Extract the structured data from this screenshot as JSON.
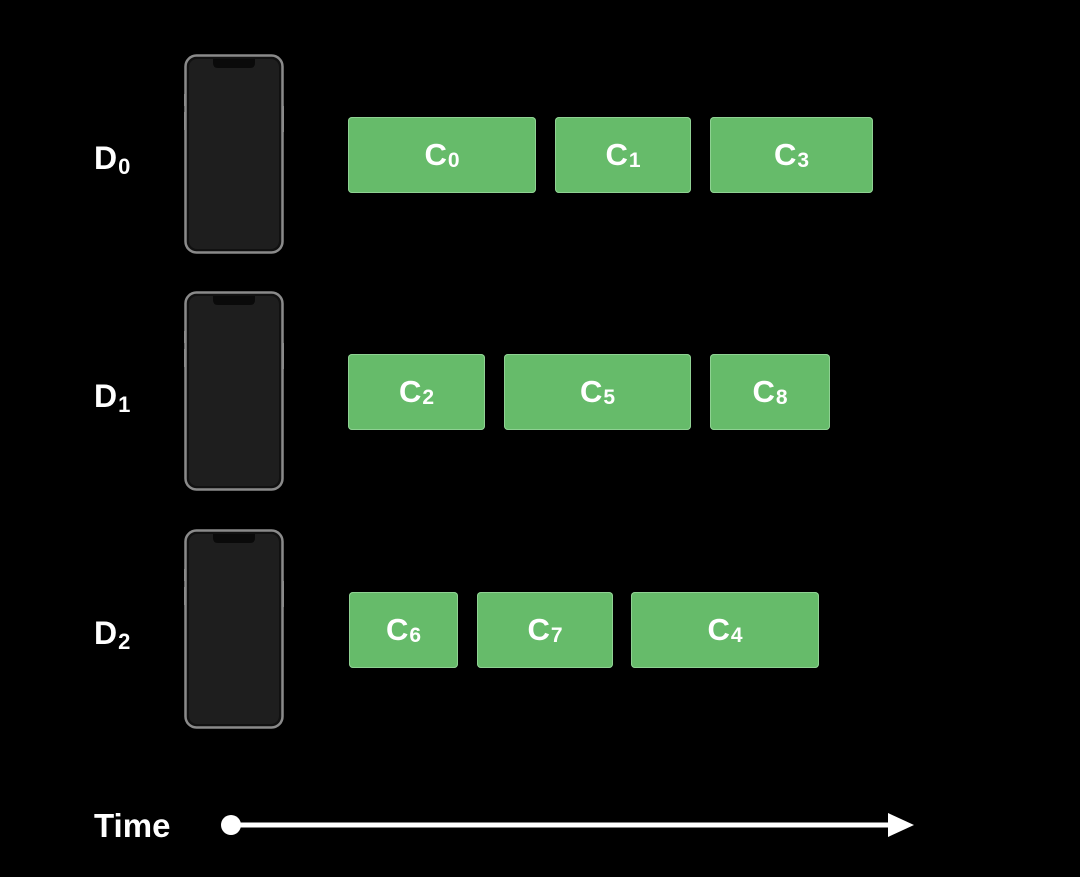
{
  "colors": {
    "background": "#000000",
    "chunk_fill": "#66bb6a",
    "chunk_border": "#8fd193",
    "text": "#ffffff",
    "phone_frame": "#8a8a8a",
    "phone_screen": "#1e1e1e"
  },
  "devices": [
    {
      "label": "D",
      "sub": "0",
      "icon": "smartphone-icon",
      "chunks": [
        {
          "label": "C",
          "sub": "0"
        },
        {
          "label": "C",
          "sub": "1"
        },
        {
          "label": "C",
          "sub": "3"
        }
      ]
    },
    {
      "label": "D",
      "sub": "1",
      "icon": "smartphone-icon",
      "chunks": [
        {
          "label": "C",
          "sub": "2"
        },
        {
          "label": "C",
          "sub": "5"
        },
        {
          "label": "C",
          "sub": "8"
        }
      ]
    },
    {
      "label": "D",
      "sub": "2",
      "icon": "smartphone-icon",
      "chunks": [
        {
          "label": "C",
          "sub": "6"
        },
        {
          "label": "C",
          "sub": "7"
        },
        {
          "label": "C",
          "sub": "4"
        }
      ]
    }
  ],
  "axis": {
    "label": "Time",
    "icon": "arrow-right-icon"
  }
}
